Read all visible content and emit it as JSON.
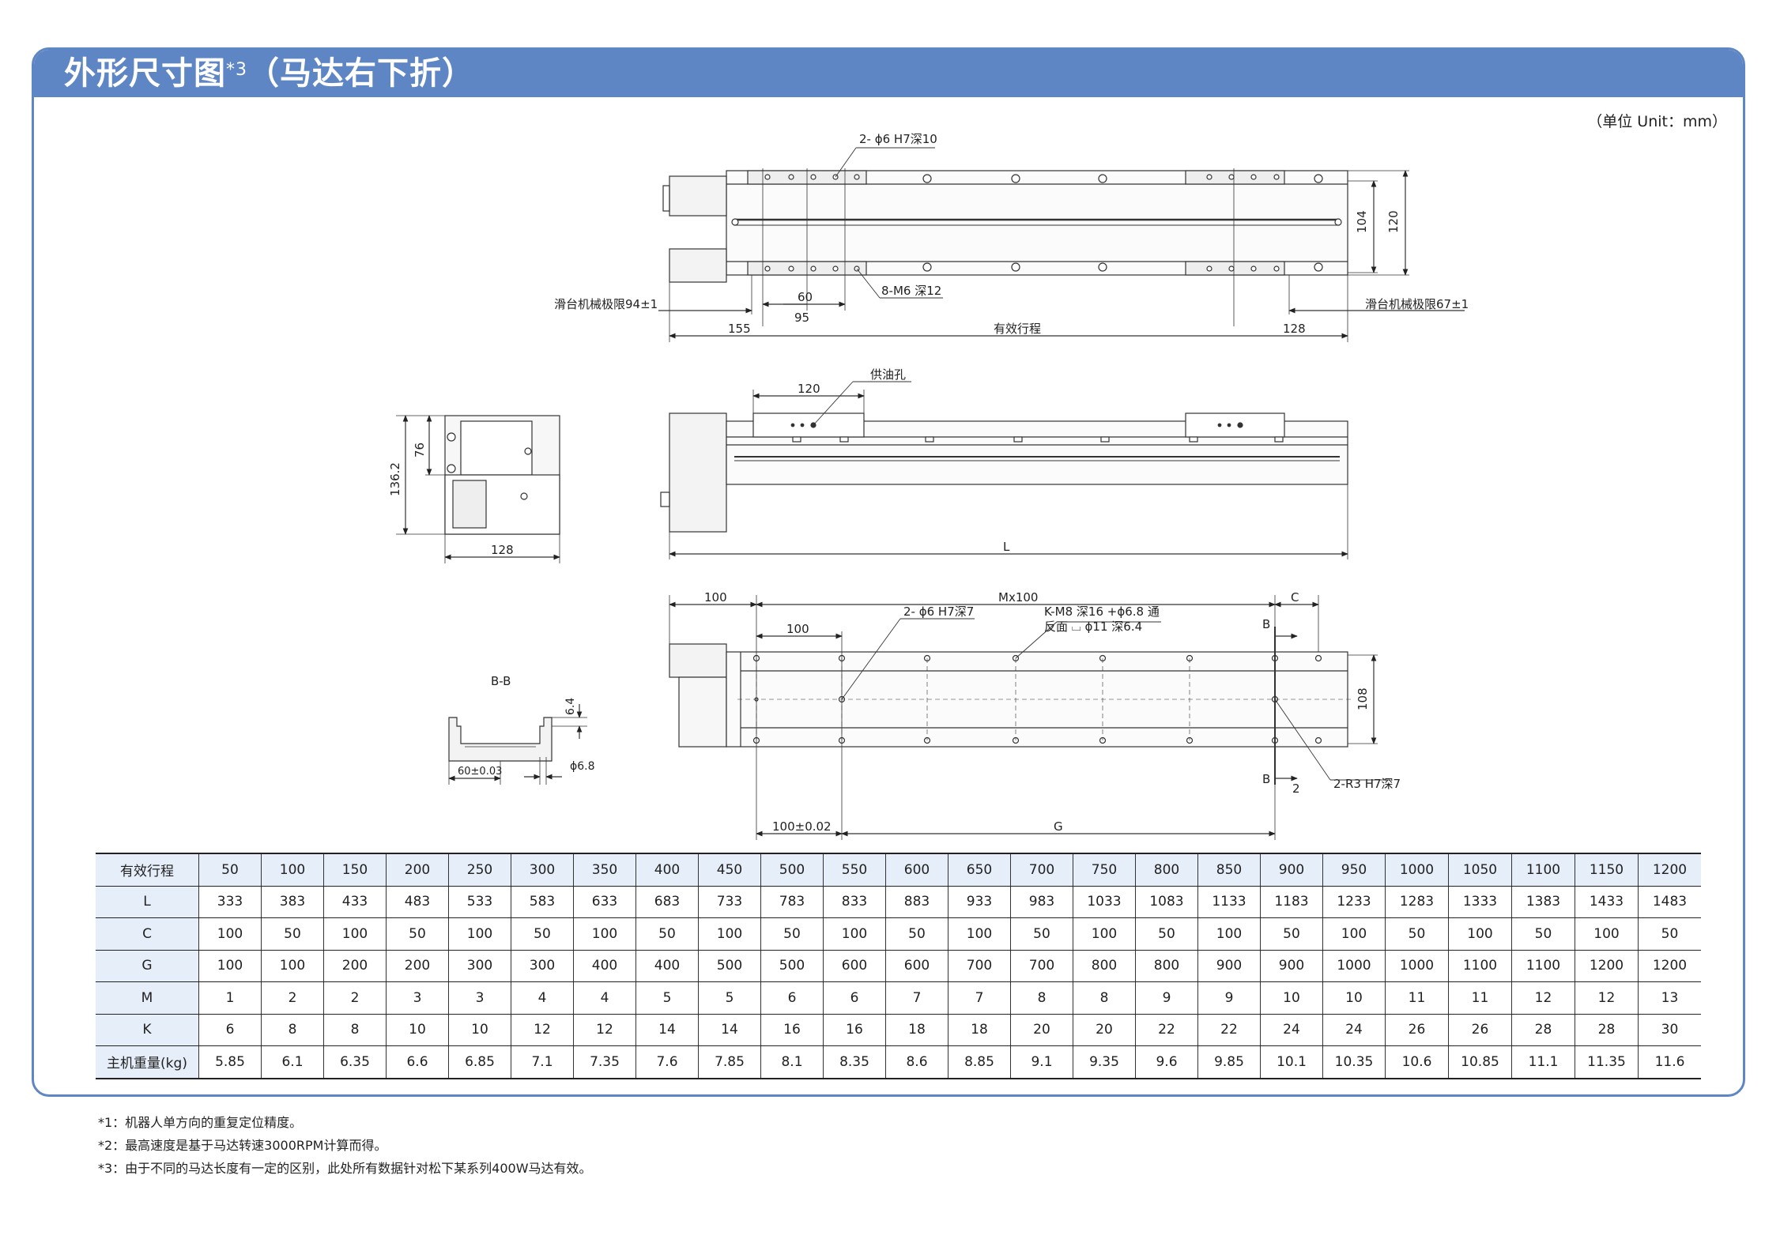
{
  "header": {
    "title": "外形尺寸图",
    "title_sup": "*3",
    "title_suffix": "（马达右下折）"
  },
  "unit_label": "（单位 Unit：mm）",
  "colors": {
    "accent": "#5f86c4",
    "table_header_bg": "#e6eef9"
  },
  "drawing": {
    "top_view": {
      "hole_note": "2- ϕ6 H7深10",
      "tap_note": "8-M6 深12",
      "dim_60": "60",
      "dim_95": "95",
      "dim_155": "155",
      "stroke_label": "有效行程",
      "dim_128": "128",
      "dim_104": "104",
      "dim_120": "120",
      "limit_left": "滑台机械极限94±1",
      "limit_right": "滑台机械极限67±1"
    },
    "side_view": {
      "dim_120": "120",
      "oil_hole": "供油孔",
      "dim_L": "L"
    },
    "end_view": {
      "dim_136": "136.2",
      "dim_76": "76",
      "dim_128": "128"
    },
    "bottom_view": {
      "dim_100_left": "100",
      "dim_mx100": "Mx100",
      "dim_C": "C",
      "dim_100_inner": "100",
      "hole_note": "2- ϕ6 H7深7",
      "k_note_1": "K-M8 深16 +ϕ6.8 通",
      "k_note_2": "反面 ⌴ ϕ11 深6.4",
      "section_B_top": "B",
      "section_B_bottom": "B",
      "dim_108": "108",
      "dim_2": "2",
      "r3_note": "2-R3 H7深7",
      "dim_100_tol": "100±0.02",
      "dim_G": "G"
    },
    "section_view": {
      "title": "B-B",
      "dim_64": "6.4",
      "dim_60_tol": "60±0.03",
      "dim_68": "ϕ6.8"
    }
  },
  "table": {
    "rows": [
      {
        "label": "有效行程",
        "values": [
          "50",
          "100",
          "150",
          "200",
          "250",
          "300",
          "350",
          "400",
          "450",
          "500",
          "550",
          "600",
          "650",
          "700",
          "750",
          "800",
          "850",
          "900",
          "950",
          "1000",
          "1050",
          "1100",
          "1150",
          "1200"
        ]
      },
      {
        "label": "L",
        "values": [
          "333",
          "383",
          "433",
          "483",
          "533",
          "583",
          "633",
          "683",
          "733",
          "783",
          "833",
          "883",
          "933",
          "983",
          "1033",
          "1083",
          "1133",
          "1183",
          "1233",
          "1283",
          "1333",
          "1383",
          "1433",
          "1483"
        ]
      },
      {
        "label": "C",
        "values": [
          "100",
          "50",
          "100",
          "50",
          "100",
          "50",
          "100",
          "50",
          "100",
          "50",
          "100",
          "50",
          "100",
          "50",
          "100",
          "50",
          "100",
          "50",
          "100",
          "50",
          "100",
          "50",
          "100",
          "50"
        ]
      },
      {
        "label": "G",
        "values": [
          "100",
          "100",
          "200",
          "200",
          "300",
          "300",
          "400",
          "400",
          "500",
          "500",
          "600",
          "600",
          "700",
          "700",
          "800",
          "800",
          "900",
          "900",
          "1000",
          "1000",
          "1100",
          "1100",
          "1200",
          "1200"
        ]
      },
      {
        "label": "M",
        "values": [
          "1",
          "2",
          "2",
          "3",
          "3",
          "4",
          "4",
          "5",
          "5",
          "6",
          "6",
          "7",
          "7",
          "8",
          "8",
          "9",
          "9",
          "10",
          "10",
          "11",
          "11",
          "12",
          "12",
          "13"
        ]
      },
      {
        "label": "K",
        "values": [
          "6",
          "8",
          "8",
          "10",
          "10",
          "12",
          "12",
          "14",
          "14",
          "16",
          "16",
          "18",
          "18",
          "20",
          "20",
          "22",
          "22",
          "24",
          "24",
          "26",
          "26",
          "28",
          "28",
          "30"
        ]
      },
      {
        "label": "主机重量(kg)",
        "values": [
          "5.85",
          "6.1",
          "6.35",
          "6.6",
          "6.85",
          "7.1",
          "7.35",
          "7.6",
          "7.85",
          "8.1",
          "8.35",
          "8.6",
          "8.85",
          "9.1",
          "9.35",
          "9.6",
          "9.85",
          "10.1",
          "10.35",
          "10.6",
          "10.85",
          "11.1",
          "11.35",
          "11.6"
        ]
      }
    ]
  },
  "notes": [
    "*1：机器人单方向的重复定位精度。",
    "*2：最高速度是基于马达转速3000RPM计算而得。",
    "*3：由于不同的马达长度有一定的区别，此处所有数据针对松下某系列400W马达有效。"
  ]
}
